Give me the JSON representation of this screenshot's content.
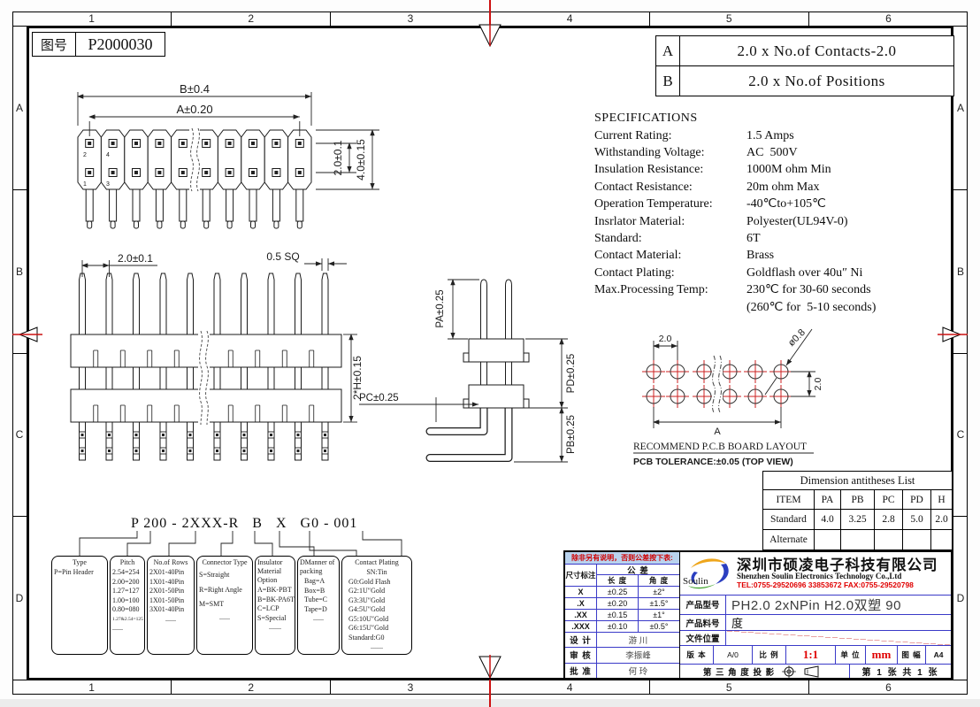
{
  "frame": {
    "zones_horizontal": [
      "1",
      "2",
      "3",
      "4",
      "5",
      "6"
    ],
    "zones_vertical": [
      "A",
      "B",
      "C",
      "D"
    ],
    "drawing_no_label": "图号",
    "drawing_no": "P2000030"
  },
  "formula_table": {
    "rows": [
      {
        "key": "A",
        "value": "2.0 x No.of Contacts-2.0"
      },
      {
        "key": "B",
        "value": "2.0 x No.of Positions"
      }
    ]
  },
  "specifications": {
    "title": "SPECIFICATIONS",
    "rows": [
      {
        "label": "Current Rating:",
        "value": "1.5 Amps"
      },
      {
        "label": "Withstanding Voltage:",
        "value": "AC  500V"
      },
      {
        "label": "Insulation Resistance:",
        "value": "1000M ohm Min"
      },
      {
        "label": "Contact Resistance:",
        "value": "20m ohm Max"
      },
      {
        "label": "Operation Temperature:",
        "value": "-40℃to+105℃"
      },
      {
        "label": "Insrlator Material:",
        "value": "Polyester(UL94V-0)"
      },
      {
        "label": "Standard:",
        "value": "6T"
      },
      {
        "label": "Contact Material:",
        "value": "Brass"
      },
      {
        "label": "Contact Plating:",
        "value": "Goldflash over 40u″ Ni"
      },
      {
        "label": "Max.Processing Temp:",
        "value": "230℃ for 30-60 seconds"
      },
      {
        "label": "",
        "value": "(260℃ for  5-10 seconds)"
      }
    ]
  },
  "views": {
    "top_view": {
      "dim_b": "B±0.4",
      "dim_a": "A±0.20",
      "dim_pitch": "2.0±0.1",
      "dim_height": "4.0±0.15",
      "pin_numbers": [
        "2",
        "4",
        "1",
        "3"
      ]
    },
    "front_view": {
      "dim_pitch": "2.0±0.1",
      "dim_sq": "0.5 SQ",
      "dim_h": "2*H±0.15"
    },
    "side_view": {
      "dim_pa": "PA±0.25",
      "dim_pd": "PD±0.25",
      "dim_pc": "PC±0.25",
      "dim_pb": "PB±0.25"
    },
    "pcb_layout": {
      "dim_pitch": "2.0",
      "dim_hole": "ø0.8",
      "dim_a": "A",
      "dim_row": "2.0",
      "note1": "RECOMMEND P.C.B BOARD LAYOUT",
      "note2": "PCB TOLERANCE:±0.05 (TOP VIEW)"
    }
  },
  "dimension_table": {
    "title": "Dimension antitheses List",
    "headers": [
      "ITEM",
      "PA",
      "PB",
      "PC",
      "PD",
      "H"
    ],
    "rows": [
      {
        "item": "Standard",
        "values": [
          "4.0",
          "3.25",
          "2.8",
          "5.0",
          "2.0"
        ]
      },
      {
        "item": "Alternate",
        "values": [
          "",
          "",
          "",
          "",
          ""
        ]
      }
    ]
  },
  "part_number": {
    "code": "P 200 - 2XXX-R   B   X   G0 - 001",
    "boxes": [
      {
        "title": "Type",
        "lines": [
          "P=Pin Header"
        ]
      },
      {
        "title": "Pitch",
        "lines": [
          "2.54=254",
          "2.00=200",
          "1.27=127",
          "1.00=100",
          "0.80=080",
          "1.27&2.54=125",
          "......"
        ]
      },
      {
        "title": "No.of Rows",
        "lines": [
          "2X01-40Pin",
          "1X01-40Pin",
          "2X01-50Pin",
          "1X01-50Pin",
          "3X01-40Pin",
          "......"
        ]
      },
      {
        "title": "Connector Type",
        "lines": [
          "S=Straight",
          "R=Right Angle",
          "M=SMT",
          "......"
        ]
      },
      {
        "title": "Insulator Material Option",
        "lines": [
          "A=BK-PBT",
          "B=BK-PA6T",
          "C=LCP",
          "S=Special",
          "......."
        ]
      },
      {
        "title": "DManner of packing",
        "lines": [
          "Bag=A",
          "Box=B",
          "Tube=C",
          "Tape=D",
          "......"
        ]
      },
      {
        "title": "Contact Plating",
        "lines": [
          "SN:Tin",
          "G0:Gold Flash",
          "G2:1U″Gold",
          "G3:3U″Gold",
          "G4:5U″Gold",
          "G5:10U″Gold",
          "G6:15U″Gold",
          "Standard:G0",
          "......."
        ]
      }
    ]
  },
  "title_block": {
    "tolerance_note": "除非另有说明，否则公差按下表:",
    "tol_header_dim": "尺寸标注",
    "tol_header_tol": "公 差",
    "tol_header_len": "长 度",
    "tol_header_ang": "角 度",
    "tol_rows": [
      {
        "dim": "X",
        "len": "±0.25",
        "ang": "±2°"
      },
      {
        "dim": ".X",
        "len": "±0.20",
        "ang": "±1.5°"
      },
      {
        "dim": ".XX",
        "len": "±0.15",
        "ang": "±1°"
      },
      {
        "dim": ".XXX",
        "len": "±0.10",
        "ang": "±0.5°"
      }
    ],
    "sign_rows": [
      {
        "label": "设 计",
        "value": "游 川"
      },
      {
        "label": "审 核",
        "value": "李振峰"
      },
      {
        "label": "批 准",
        "value": "何 玲"
      }
    ],
    "logo_text": "Soulin",
    "company_cn": "深圳市硕凌电子科技有限公司",
    "company_en": "Shenzhen Soulin Electronics Technology Co.,Ltd",
    "company_tel": "TEL:0755-29520696 33853672    FAX:0755-29520798",
    "product_model_label": "产品型号",
    "product_model": "PH2.0 2xNPin H2.0双塑 90",
    "product_code_label": "产品料号",
    "product_code": "度",
    "file_location_label": "文件位置",
    "version_label": "版 本",
    "version": "A/0",
    "scale_label": "比 例",
    "scale": "1:1",
    "unit_label": "单 位",
    "unit": "mm",
    "sheet_size_label": "图 幅",
    "sheet_size": "A4",
    "projection_label": "第 三 角 度 投 影",
    "sheet_count": "第 1 张 共 1 张"
  },
  "colors": {
    "accent_red": "#cc1111",
    "grid_blue": "#3a3ac8",
    "note_bg": "#b9d3ee",
    "pad_red": "#cc2222"
  }
}
